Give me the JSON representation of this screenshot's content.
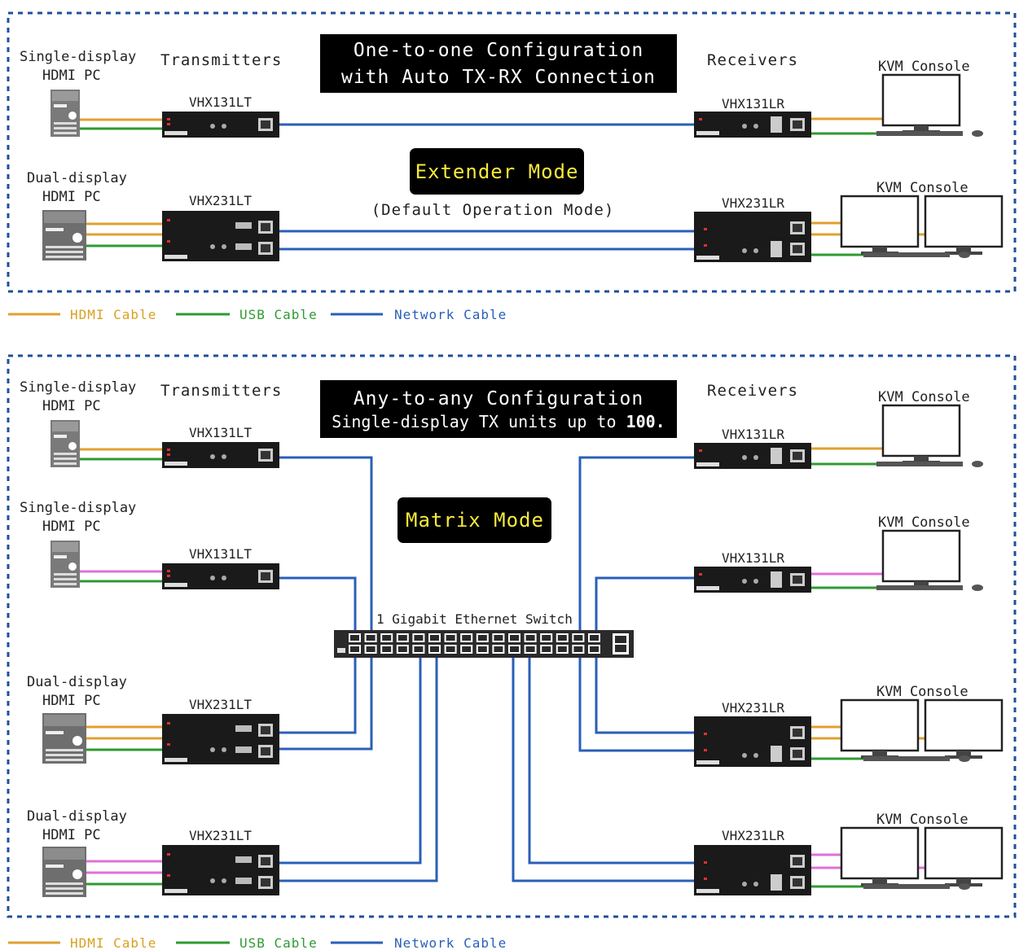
{
  "colors": {
    "hdmi": "#e0a030",
    "hdmi_alt": "#e070d8",
    "usb": "#2e9a32",
    "network": "#2a5fb8",
    "border": "#1f4f9c"
  },
  "top": {
    "title_line1": "One-to-one Configuration",
    "title_line2": "with Auto TX-RX Connection",
    "mode": "Extender Mode",
    "mode_sub": "(Default Operation Mode)",
    "transmitters": "Transmitters",
    "receivers": "Receivers",
    "pc1_line1": "Single-display",
    "pc1_line2": "HDMI PC",
    "pc2_line1": "Dual-display",
    "pc2_line2": "HDMI PC",
    "tx1": "VHX131LT",
    "tx2": "VHX231LT",
    "rx1": "VHX131LR",
    "rx2": "VHX231LR",
    "kvm1": "KVM Console",
    "kvm2": "KVM Console"
  },
  "bottom": {
    "title_line1": "Any-to-any Configuration",
    "title_line2_pre": "Single-display TX units up to ",
    "title_line2_num": "100.",
    "mode": "Matrix Mode",
    "switch_label": "1 Gigabit Ethernet Switch",
    "transmitters": "Transmitters",
    "receivers": "Receivers",
    "pc1_line1": "Single-display",
    "pc1_line2": "HDMI PC",
    "pc2_line1": "Single-display",
    "pc2_line2": "HDMI PC",
    "pc3_line1": "Dual-display",
    "pc3_line2": "HDMI PC",
    "pc4_line1": "Dual-display",
    "pc4_line2": "HDMI PC",
    "tx1": "VHX131LT",
    "tx2": "VHX131LT",
    "tx3": "VHX231LT",
    "tx4": "VHX231LT",
    "rx1": "VHX131LR",
    "rx2": "VHX131LR",
    "rx3": "VHX231LR",
    "rx4": "VHX231LR",
    "kvm1": "KVM Console",
    "kvm2": "KVM Console",
    "kvm3": "KVM Console",
    "kvm4": "KVM Console"
  },
  "legend": {
    "hdmi": "HDMI Cable",
    "usb": "USB Cable",
    "network": "Network Cable"
  }
}
